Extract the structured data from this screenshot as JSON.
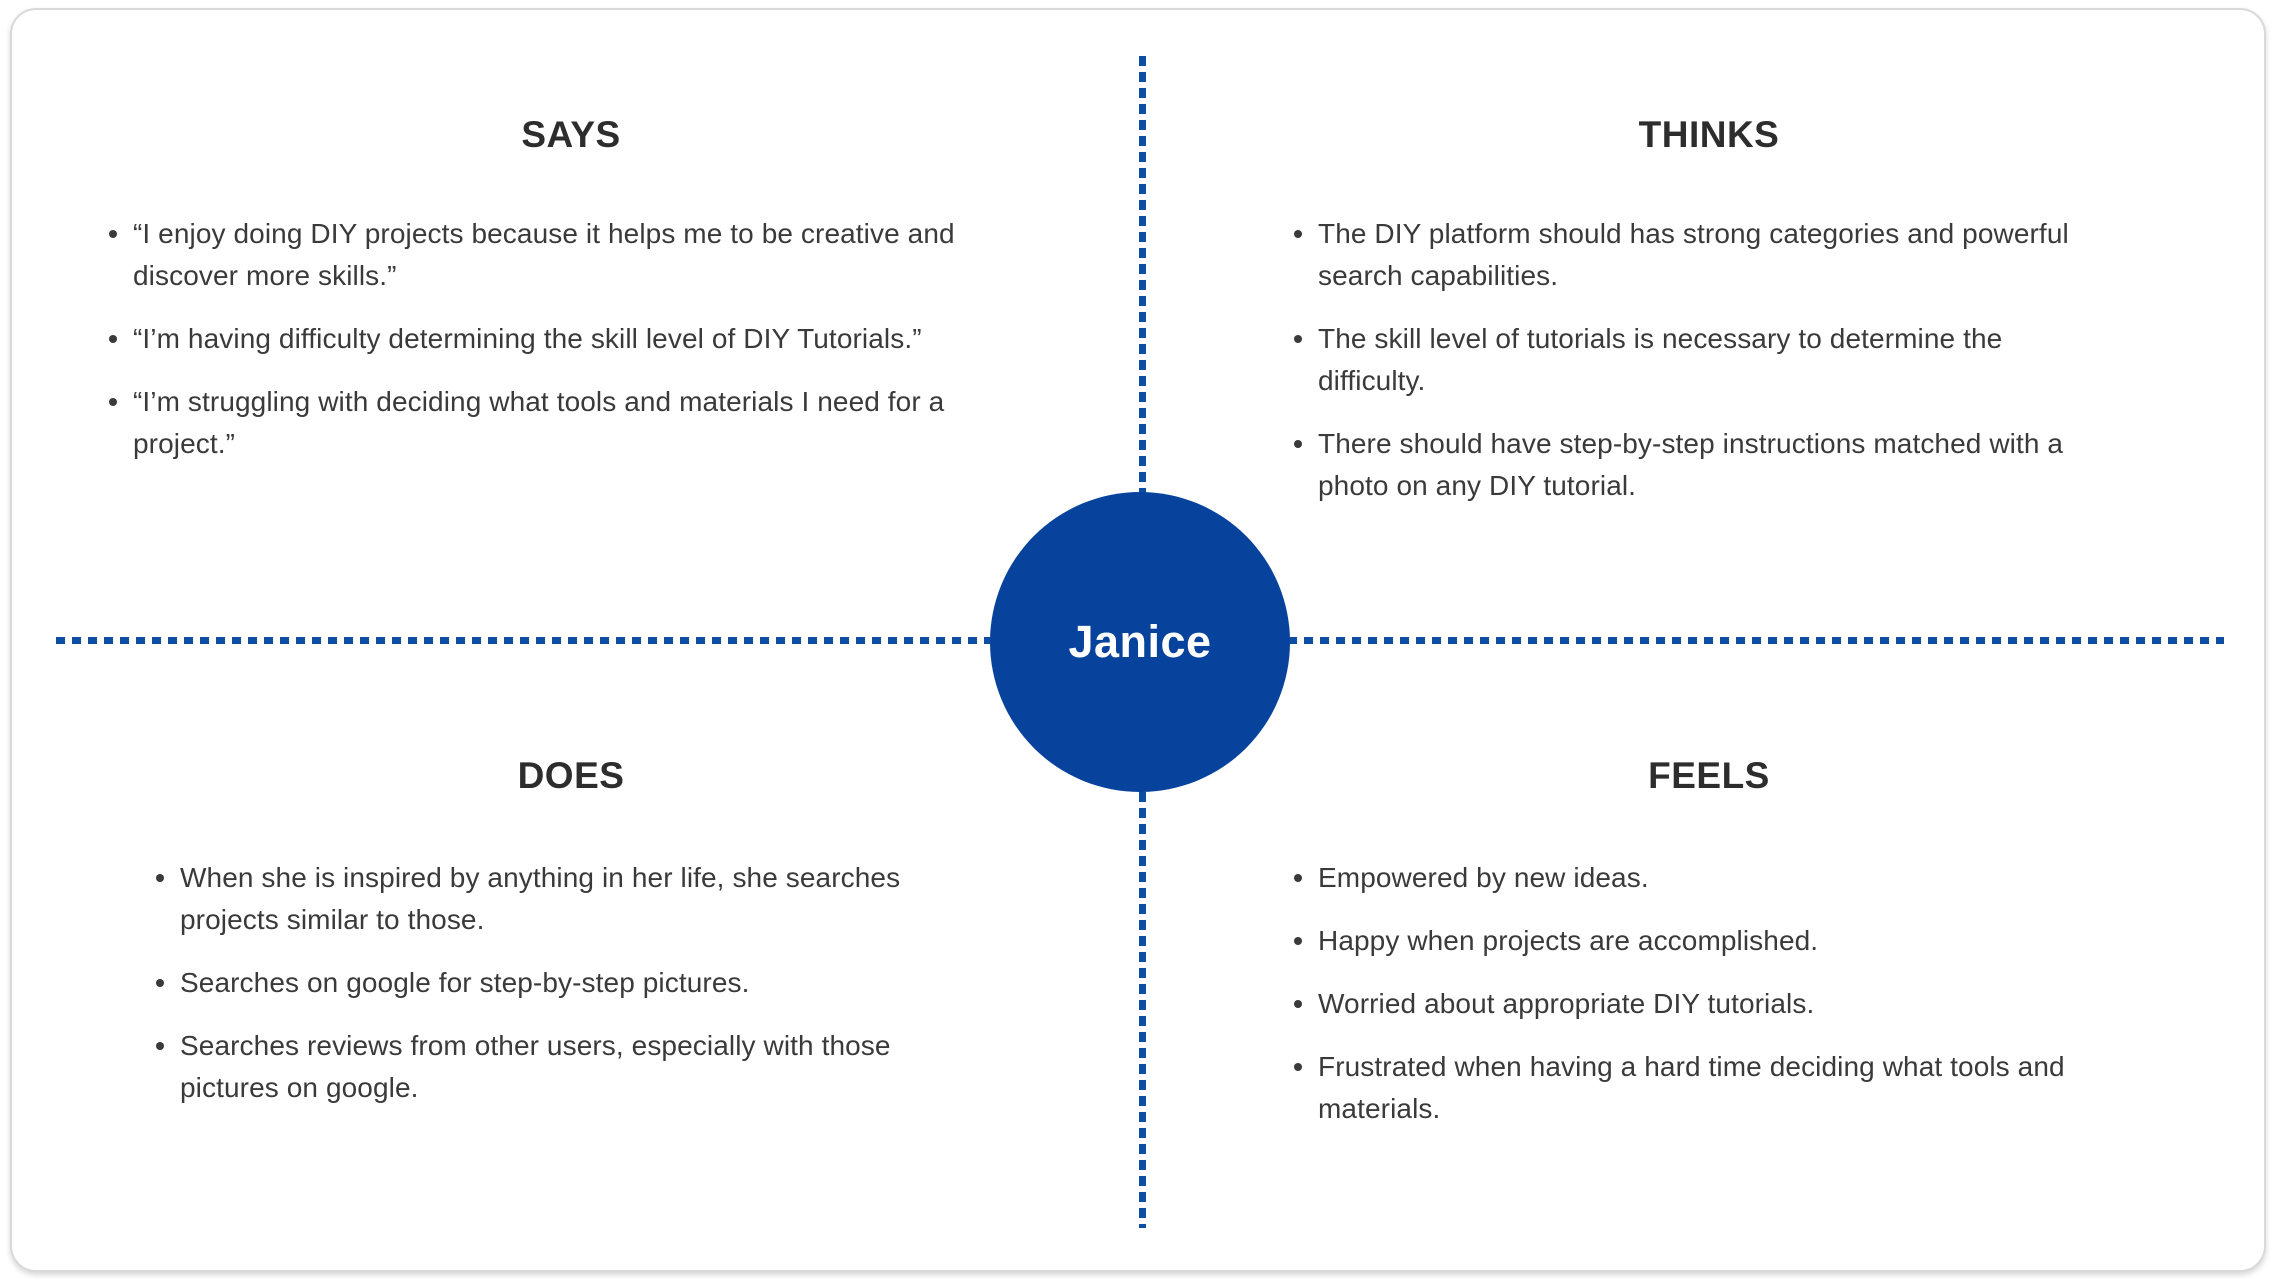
{
  "persona": {
    "name": "Janice"
  },
  "colors": {
    "circle_blue": "#07439C",
    "dash_blue": "#0E4DA4",
    "title_text": "#2D2D2D",
    "body_text": "#3A3A3A",
    "card_border": "#D9D9D9"
  },
  "quadrants": {
    "says": {
      "title": "SAYS",
      "items": [
        "“I enjoy doing DIY projects because it helps me to be creative and\ndiscover more skills.”",
        "“I’m having difficulty determining the skill level of DIY Tutorials.”",
        "“I’m struggling with deciding what tools and materials I need for a\nproject.”"
      ]
    },
    "thinks": {
      "title": "THINKS",
      "items": [
        "The DIY platform should has strong categories and powerful\nsearch capabilities.",
        "The skill level of tutorials is necessary to determine the\ndifficulty.",
        "There should have step-by-step instructions matched with a\nphoto on any DIY tutorial."
      ]
    },
    "does": {
      "title": "DOES",
      "items": [
        "When she is inspired by anything in her life, she searches\nprojects similar to those.",
        "Searches on google for step-by-step pictures.",
        "Searches reviews from other users, especially with those\npictures on google."
      ]
    },
    "feels": {
      "title": "FEELS",
      "items": [
        "Empowered by new ideas.",
        "Happy when projects are accomplished.",
        "Worried about appropriate DIY tutorials.",
        "Frustrated when having a hard time deciding what tools and\nmaterials."
      ]
    }
  }
}
